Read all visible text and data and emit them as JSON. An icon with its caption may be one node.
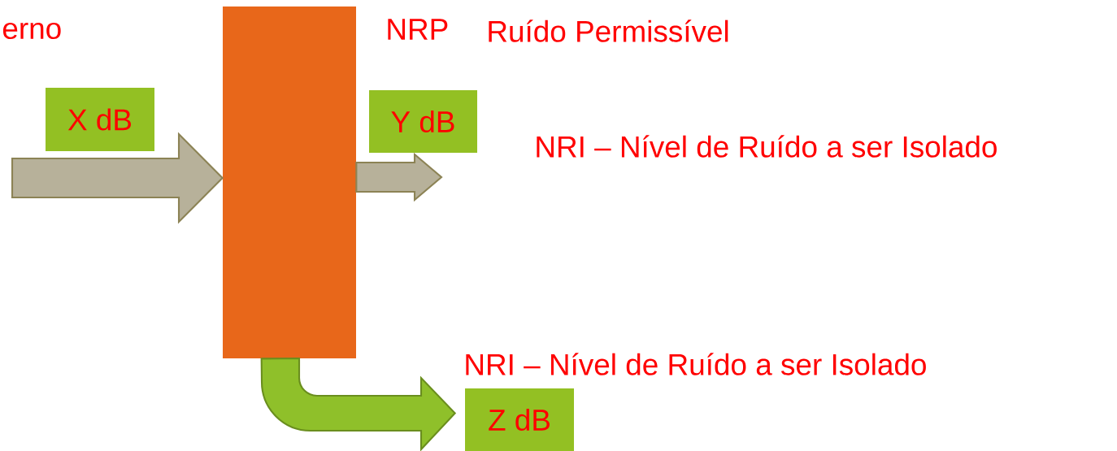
{
  "diagram": {
    "nodes": [
      {
        "text": [],
        "shape": "box"
      },
      {
        "text": [
          "X dB"
        ]
      },
      {
        "text": [
          "Y dB"
        ]
      },
      {
        "text": [
          "Z dB"
        ]
      }
    ],
    "edges": [
      {
        "from": null,
        "to": 0,
        "arrow": "to"
      },
      {
        "from": 0,
        "to": null,
        "arrow": "to"
      },
      {
        "from": 0,
        "to": 3,
        "arrow": "to",
        "color": "#8fc02a"
      }
    ],
    "labels": [
      "erno",
      "NRP",
      "Ruído Permissível",
      "NRI – Nível de Ruído a ser Isolado",
      "NRI – Nível de Ruído a ser Isolado"
    ]
  }
}
